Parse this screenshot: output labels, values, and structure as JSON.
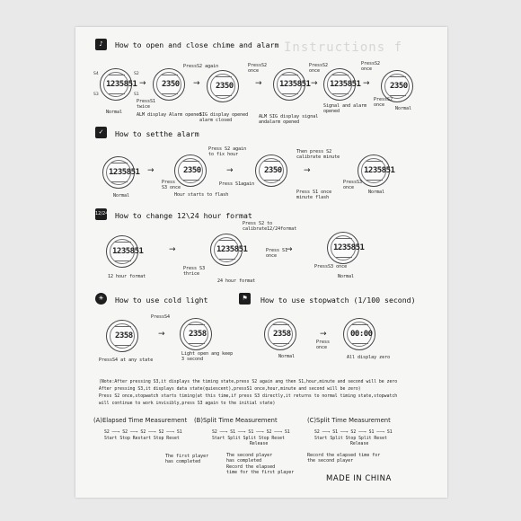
{
  "watermark": "Instructions f",
  "sections": {
    "chime": "How to open and close chime and alarm",
    "alarm": "How to setthe alarm",
    "format": "How to change 12\\24 hour format",
    "light": "How to use cold light",
    "stopwatch": "How to use stopwatch (1/100 second)"
  },
  "format_icon": "12/24",
  "displays": {
    "time": "1235851",
    "t2": "2350",
    "t3": "2350",
    "t4": "1235851",
    "t5": "1235851",
    "t6": "2350",
    "a1": "2350",
    "a2": "2350",
    "a3": "2350",
    "f1": "1235851",
    "f2": "1235851",
    "f3": "1235851",
    "l1": "2358",
    "l2": "2358",
    "sw1": "2358",
    "sw2": "00:00"
  },
  "buttons": {
    "s1": "S1",
    "s2": "S2",
    "s3": "S3",
    "s4": "S4"
  },
  "row1": {
    "normal": "Normal",
    "press_twice": "PressS1\ntwice",
    "press_again": "PressS2 again",
    "alm_display": "ALM display Alarm opened",
    "press_once": "PressS2\nonce",
    "sig_display": "SIG display opened\nalarm closed",
    "alm_sig": "ALM SIG display signal\nandalarm opened",
    "press_once2": "PressS2\nonce",
    "signal_alarm": "Signal and alarm\nopened",
    "press_once3": "PressS2\nonce",
    "press_once4": "PressS2\nonce",
    "normal2": "Normal"
  },
  "row2": {
    "normal": "Normal",
    "press_s2_once": "Press\nS3 once",
    "press_again": "Press S2 again\nto fix hour",
    "starts_flash": "Hour starts to flash",
    "press_s1": "Press S1again",
    "then_press": "Then press S2\ncalibrate minute",
    "press_s1_once": "Press S1 once\nminute flash",
    "press_s3": "PressS3\nonce",
    "normal2": "Normal"
  },
  "row3": {
    "format12": "12 hour format",
    "press_thrice": "Press S3\nthrice",
    "press_s2": "Press S2 to\ncalibrate12/24format",
    "press_s1": "Press S1\nonce",
    "format24": "24 hour format",
    "press_once": "PressS3 once",
    "normal": "Normal"
  },
  "row4": {
    "press_s4": "PressS4",
    "at_any": "PressS4 at any state",
    "light_open": "Light open ang keep\n3 second",
    "normal": "Normal",
    "press_once": "Press\nonce",
    "zero": "All display zero"
  },
  "notes": [
    "(Note:After pressing S3,it displays the timing state,press S2 again ang then S1,hour,minute and second will be zero",
    "After pressing S3,it displays data state(quiescent),pressS1 once,hour,minute and second will be zero)",
    "Press S2 once,stopwatch starts timing(at this time,if press S3 directly,it returns to normal timing state,stopwatch",
    "will continue to work invisibly,press S3 again to the initial state)"
  ],
  "measure": {
    "a": "(A)Elapsed Time Measurement",
    "b": "(B)Split Time Measurement",
    "c": "(C)Split Time Measurement",
    "a_seq1": "S2 ——→ S2 ——→ S2 ——→ S2 ——→ S1",
    "a_seq2": "Start  Stop  Restart  Stop  Reset",
    "b_seq1": "S2 ——→ S1 ——→ S1 ——→ S2 ——→ S1",
    "b_seq2": "Start  Split  Split  Stop  Reset",
    "b_seq3": "Release",
    "c_seq1": "S2 ——→ S1 ——→ S2 ——→ S1 ——→ S1",
    "c_seq2": "Start  Split  Stop  Split  Reset",
    "c_seq3": "Release",
    "b_note1": "The first player\nhas completed",
    "b_note2": "The second player\nhas completed\nRecord the elapsed\ntime for the first player",
    "c_note": "Record the elapsed time for\nthe second player"
  },
  "made": "MADE IN CHINA"
}
